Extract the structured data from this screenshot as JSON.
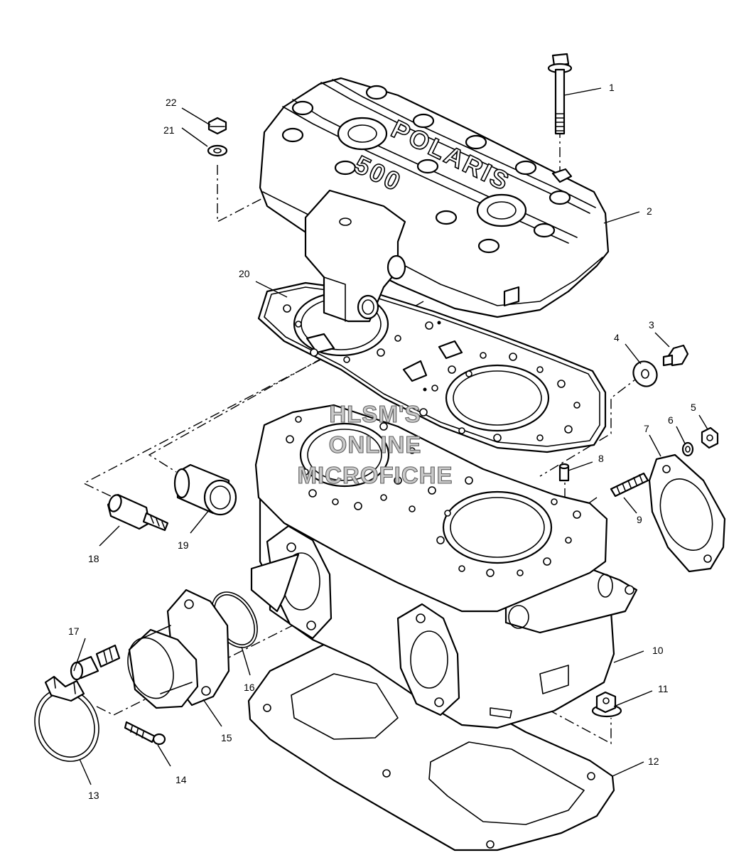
{
  "diagram": {
    "cover_logo": "POLARIS",
    "cover_model": "500",
    "watermark": [
      "HLSM'S",
      "ONLINE",
      "MICROFICHE"
    ],
    "callouts": [
      {
        "id": "1",
        "text": "1"
      },
      {
        "id": "2",
        "text": "2"
      },
      {
        "id": "3",
        "text": "3"
      },
      {
        "id": "4",
        "text": "4"
      },
      {
        "id": "5",
        "text": "5"
      },
      {
        "id": "6",
        "text": "6"
      },
      {
        "id": "7",
        "text": "7"
      },
      {
        "id": "8",
        "text": "8"
      },
      {
        "id": "9",
        "text": "9"
      },
      {
        "id": "10",
        "text": "10"
      },
      {
        "id": "11",
        "text": "11"
      },
      {
        "id": "12",
        "text": "12"
      },
      {
        "id": "13",
        "text": "13"
      },
      {
        "id": "14",
        "text": "14"
      },
      {
        "id": "15",
        "text": "15"
      },
      {
        "id": "16",
        "text": "16"
      },
      {
        "id": "17",
        "text": "17"
      },
      {
        "id": "18",
        "text": "18"
      },
      {
        "id": "19",
        "text": "19"
      },
      {
        "id": "20",
        "text": "20"
      },
      {
        "id": "21",
        "text": "21"
      },
      {
        "id": "22",
        "text": "22"
      }
    ]
  }
}
